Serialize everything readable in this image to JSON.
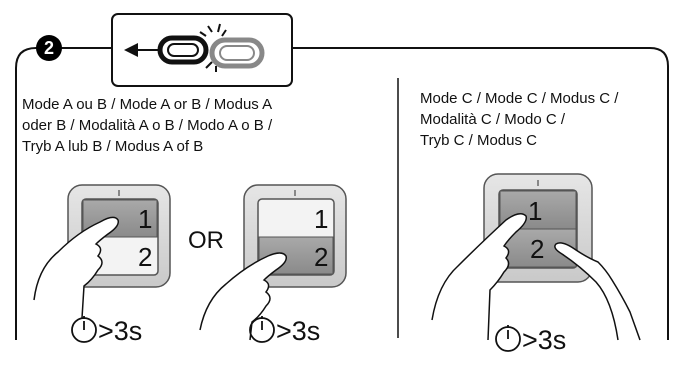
{
  "step": {
    "number": "2"
  },
  "modes": {
    "ab_text": "Mode A ou B / Mode A or B / Modus A\noder B / Modalità A o B / Modo A o B /\nTryb A lub B / Modus A of B",
    "c_text": "Mode C / Mode C / Modus C /\nModalità C / Modo C /\nTryb C / Modus C"
  },
  "remotes": {
    "button_top": "1",
    "button_bottom": "2"
  },
  "or_label": "OR",
  "timer_label": ">3s",
  "icons": [
    "link-break-icon",
    "arrow-left-icon",
    "clock-icon",
    "hand-icon"
  ]
}
